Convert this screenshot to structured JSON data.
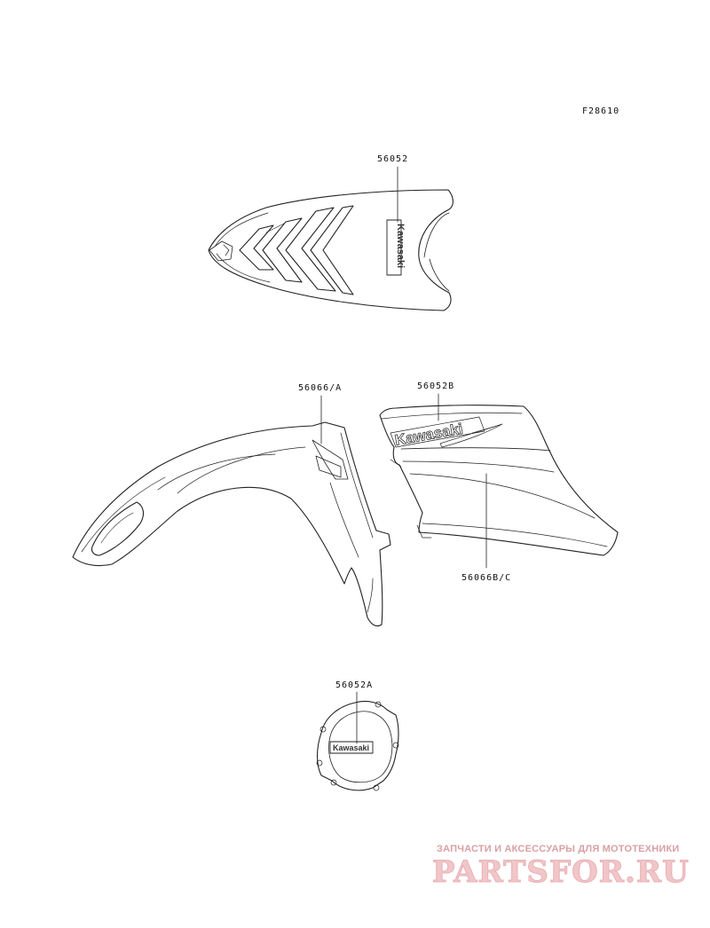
{
  "diagram": {
    "figure_code": "F28610"
  },
  "parts": [
    {
      "number": "56052"
    },
    {
      "number": "56066/A"
    },
    {
      "number": "56052B"
    },
    {
      "number": "56066B/C"
    },
    {
      "number": "56052A"
    }
  ],
  "decals": {
    "brand": "Kawasaki"
  },
  "watermark": {
    "tagline": "ЗАПЧАСТИ И АКСЕССУАРЫ ДЛЯ МОТОТЕХНИКИ",
    "logo": "PARTSFOR.RU",
    "color": "#e8b1b5"
  }
}
